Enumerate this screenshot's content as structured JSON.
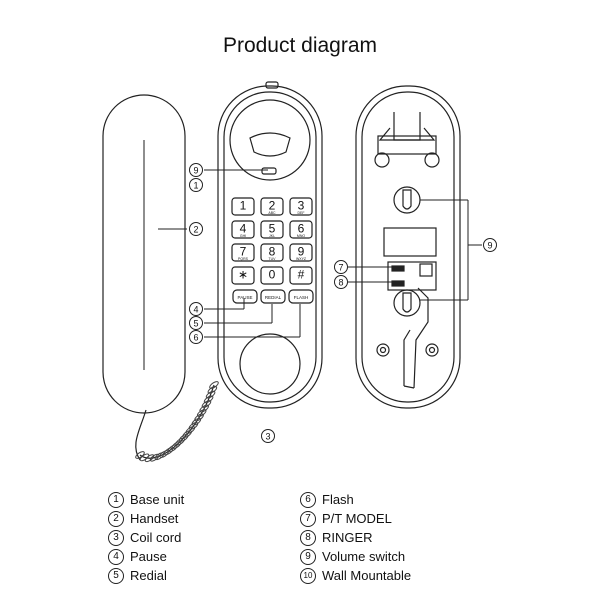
{
  "title": "Product diagram",
  "keys": [
    "1",
    "2",
    "3",
    "4",
    "5",
    "6",
    "7",
    "8",
    "9",
    "∗",
    "0",
    "#"
  ],
  "key_subs": [
    "",
    "ABC",
    "DEF",
    "GHI",
    "JKL",
    "MNO",
    "PQRS",
    "TUV",
    "WXYZ",
    "",
    "",
    ""
  ],
  "function_keys": [
    "PAUSE",
    "REDIAL",
    "FLASH"
  ],
  "callouts": {
    "c1": "1",
    "c2": "2",
    "c3": "3",
    "c4": "4",
    "c5": "5",
    "c6": "6",
    "c7": "7",
    "c8": "8",
    "c9_front": "9",
    "c9_back": "9"
  },
  "legend": [
    {
      "num": "1",
      "label": "Base unit"
    },
    {
      "num": "2",
      "label": "Handset"
    },
    {
      "num": "3",
      "label": "Coil cord"
    },
    {
      "num": "4",
      "label": "Pause"
    },
    {
      "num": "5",
      "label": "Redial"
    },
    {
      "num": "6",
      "label": "Flash"
    },
    {
      "num": "7",
      "label": "P/T MODEL"
    },
    {
      "num": "8",
      "label": "RINGER"
    },
    {
      "num": "9",
      "label": "Volume switch"
    },
    {
      "num": "10",
      "label": "Wall Mountable"
    }
  ]
}
